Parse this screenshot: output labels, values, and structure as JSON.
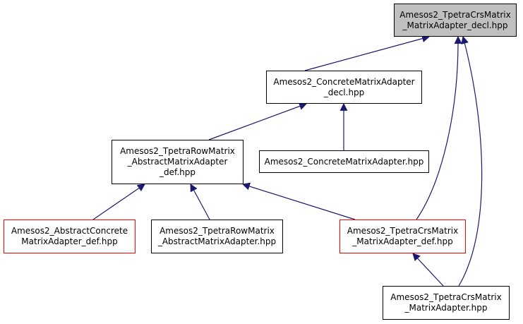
{
  "colors": {
    "edge": "#191970",
    "root_fill": "#bfbfbf",
    "highlight_border": "#ff0000",
    "default_border": "#000000"
  },
  "nodes": [
    {
      "id": "tpetra-crs-decl",
      "lines": [
        "Amesos2_TpetraCrsMatrix",
        "_MatrixAdapter_decl.hpp"
      ],
      "style": "root"
    },
    {
      "id": "concrete-decl",
      "lines": [
        "Amesos2_ConcreteMatrixAdapter",
        "_decl.hpp"
      ],
      "style": "normal"
    },
    {
      "id": "tpetra-row-abstract-def",
      "lines": [
        "Amesos2_TpetraRowMatrix",
        "_AbstractMatrixAdapter",
        "_def.hpp"
      ],
      "style": "normal"
    },
    {
      "id": "concrete-hpp",
      "lines": [
        "Amesos2_ConcreteMatrixAdapter.hpp"
      ],
      "style": "normal"
    },
    {
      "id": "abstract-concrete-def",
      "lines": [
        "Amesos2_AbstractConcrete",
        "MatrixAdapter_def.hpp"
      ],
      "style": "red"
    },
    {
      "id": "tpetra-row-abstract-hpp",
      "lines": [
        "Amesos2_TpetraRowMatrix",
        "_AbstractMatrixAdapter.hpp"
      ],
      "style": "normal"
    },
    {
      "id": "tpetra-crs-def",
      "lines": [
        "Amesos2_TpetraCrsMatrix",
        "_MatrixAdapter_def.hpp"
      ],
      "style": "red"
    },
    {
      "id": "tpetra-crs-hpp",
      "lines": [
        "Amesos2_TpetraCrsMatrix",
        "_MatrixAdapter.hpp"
      ],
      "style": "normal"
    }
  ]
}
